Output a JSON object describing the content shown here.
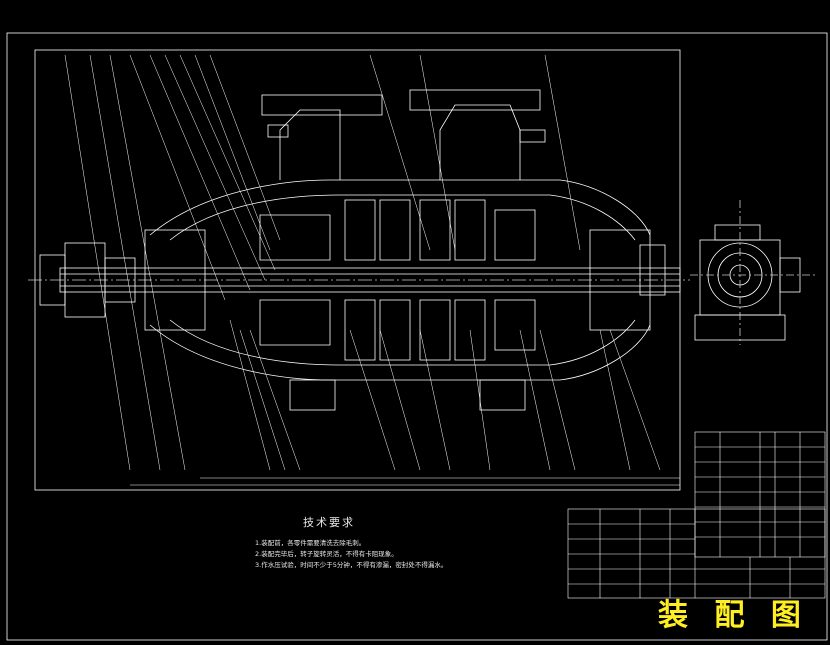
{
  "drawing": {
    "colors": {
      "background": "#000000",
      "line": "#ffffff",
      "centerline": "#cccccc",
      "hatch": "#d8d8d8",
      "stamp": "#ffee22"
    },
    "stamp_label": "装 配 图"
  },
  "technical_requirements": {
    "title": "技术要求",
    "items": [
      "1.装配前，各零件需要清洗去除毛刺。",
      "2.装配完毕后，转子旋转灵活，不得有卡阻现象。",
      "3.作水压试验，时间不少于5分钟，不得有渗漏，密封处不得漏水。"
    ]
  }
}
